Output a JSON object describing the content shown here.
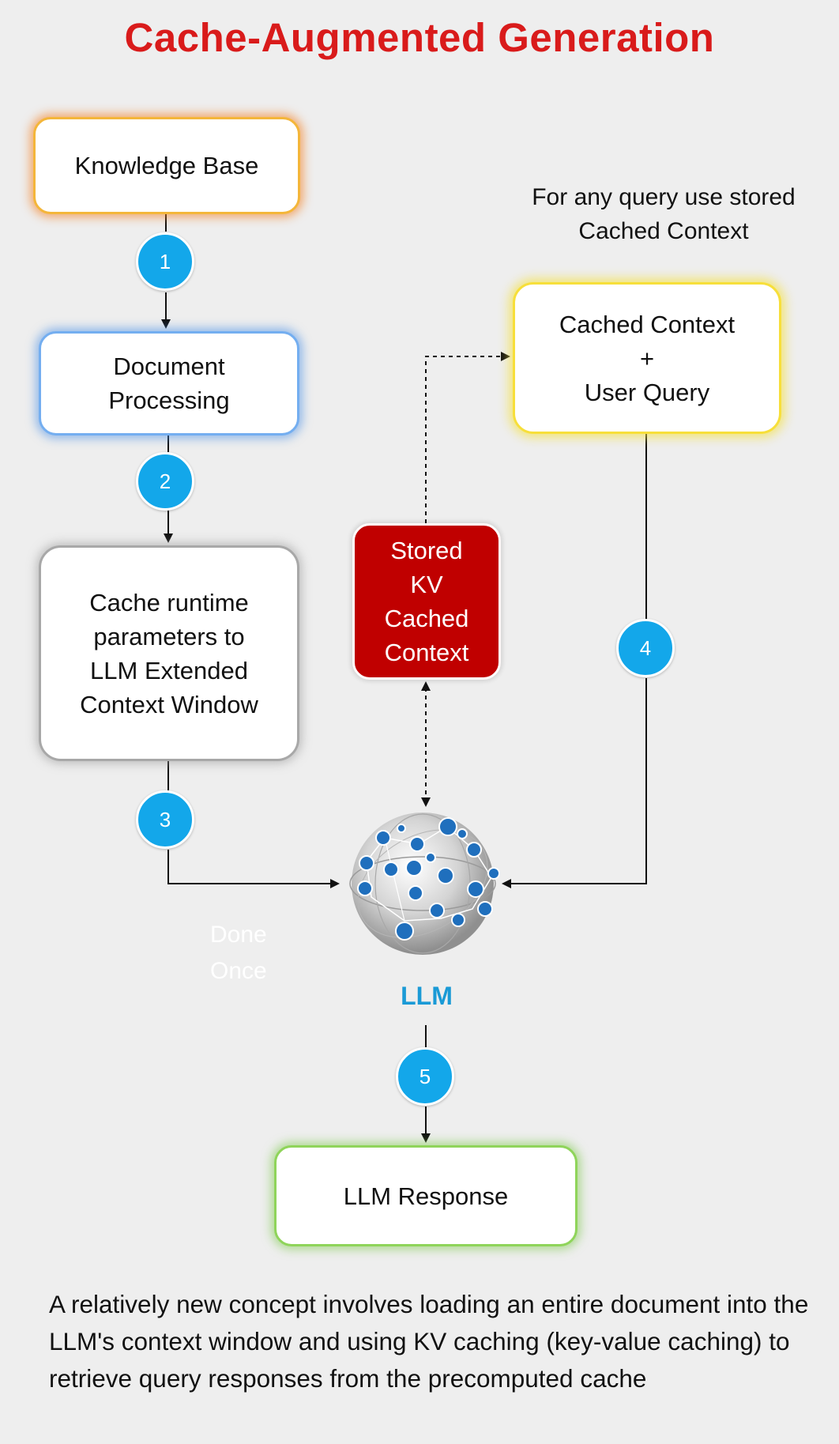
{
  "title": "Cache-Augmented Generation",
  "nodes": {
    "knowledge_base": "Knowledge Base",
    "document_processing": "Document\nProcessing",
    "cache_runtime": "Cache runtime\nparameters to\nLLM Extended\nContext Window",
    "cached_context_query": "Cached Context\n+\nUser Query",
    "stored_kv": "Stored\nKV\nCached\nContext",
    "llm_label": "LLM",
    "llm_response": "LLM Response"
  },
  "steps": [
    "1",
    "2",
    "3",
    "4",
    "5"
  ],
  "note": "For any query use stored\nCached Context",
  "done_once": "Done\nOnce",
  "description": "A relatively new concept involves loading an entire document into the LLM's context window and using KV caching (key-value caching) to retrieve query responses from the precomputed cache",
  "colors": {
    "title": "#d91b1b",
    "badge": "#13a7ea",
    "stored_kv": "#c00000",
    "llm_label": "#1a9ad6"
  },
  "icons": [
    "globe-network-icon"
  ]
}
